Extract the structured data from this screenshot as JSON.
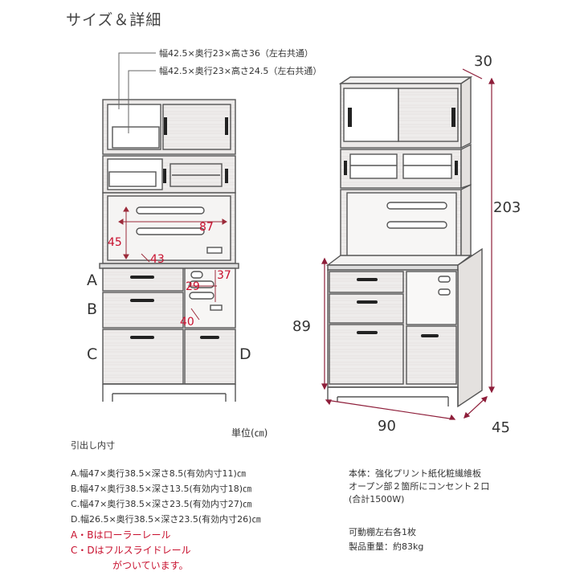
{
  "title": "サイズ＆詳細",
  "callouts": {
    "top_cabinet": "幅42.5×奥行23×高さ36（左右共通）",
    "mid_cabinet": "幅42.5×奥行23×高さ24.5（左右共通）"
  },
  "front_dims": {
    "open_width": "87",
    "open_height": "45",
    "shelf_depth": "43",
    "side_height": "37",
    "side_width": "29",
    "side_depth": "40"
  },
  "drawer_labels": [
    "A",
    "B",
    "C",
    "D"
  ],
  "side_dims": {
    "top_depth": "30",
    "total_height": "203",
    "counter_height": "89",
    "width": "90",
    "depth": "45"
  },
  "unit": "単位(㎝)",
  "drawer_specs": {
    "heading": "引出し内寸",
    "items": [
      "A.幅47×奥行38.5×深さ8.5(有効内寸11)㎝",
      "B.幅47×奥行38.5×深さ13.5(有効内寸18)㎝",
      "C.幅47×奥行38.5×深さ23.5(有効内寸27)㎝",
      "D.幅26.5×奥行38.5×深さ23.5(有効内寸26)㎝"
    ]
  },
  "rail_notes": [
    "A・Bはローラーレール",
    "C・Dはフルスライドレール",
    "がついています。"
  ],
  "material_notes": [
    "本体：強化プリント紙化粧繊維板",
    "オープン部２箇所にコンセント２口",
    "(合計1500W)"
  ],
  "extra_notes": [
    "可動棚左右各1枚",
    "製品重量：約83kg"
  ]
}
